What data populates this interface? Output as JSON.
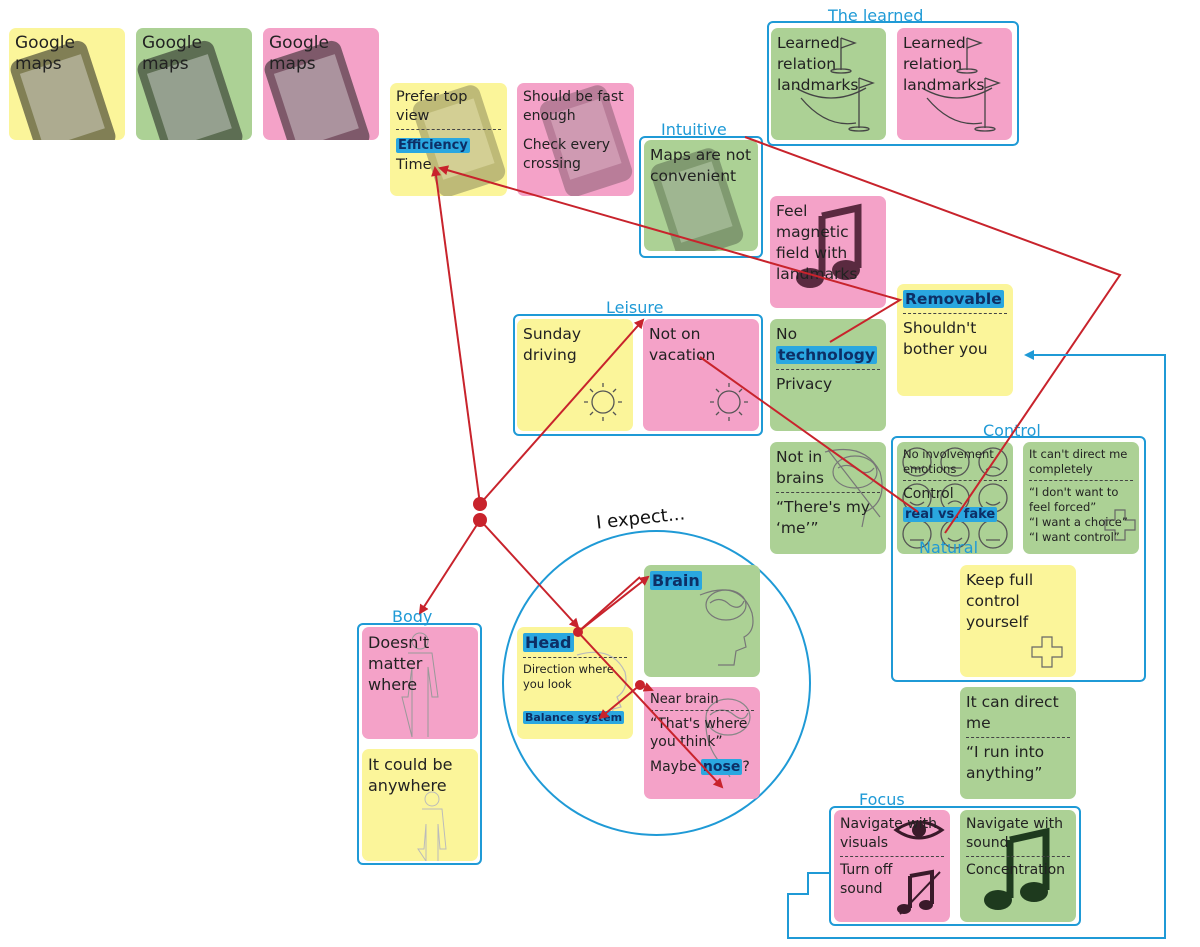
{
  "frames": {
    "the_learned": "The learned",
    "intuitive": "Intuitive",
    "leisure": "Leisure",
    "control": "Control",
    "natural": "Natural",
    "body": "Body",
    "focus": "Focus",
    "i_expect": "I expect..."
  },
  "notes": {
    "gm1": "Google maps",
    "gm2": "Google maps",
    "gm3": "Google maps",
    "prefer_top": "Prefer top view",
    "efficiency": "Efficiency",
    "time": "Time",
    "fast_enough": "Should be fast enough",
    "check_crossing": "Check every crossing",
    "learned1": "Learned relation landmarks",
    "learned2": "Learned relation landmarks",
    "maps_not": "Maps are not convenient",
    "magnetic": "Feel magnetic field with landmarks",
    "removable": "Removable",
    "shouldnt": "Shouldn't bother you",
    "sunday": "Sunday driving",
    "not_vacation": "Not on vacation",
    "no": "No",
    "technology": "technology",
    "privacy": "Privacy",
    "not_in_brains": "Not in brains",
    "theres_my_me": "“There's my ‘me’”",
    "no_involvement": "No involvement emotions",
    "control": "Control",
    "real_fake": "real vs. fake",
    "cant_direct": "It can't direct me completely",
    "dont_want": "“I don't want to feel forced”",
    "want_choice": "“I want a choice”",
    "want_control": "“I want control”",
    "keep_full": "Keep full control yourself",
    "can_direct": "It can direct me",
    "run_into": "“I run into anything”",
    "doesnt_matter": "Doesn't matter where",
    "anywhere": "It could be anywhere",
    "head": "Head",
    "direction_look": "Direction where you look",
    "balance": "Balance system",
    "brain": "Brain",
    "near_brain": "Near brain",
    "thats_where": "“That's where you think”",
    "maybe": "Maybe",
    "nose": "nose",
    "maybe_q": "?",
    "nav_visuals": "Navigate with visuals",
    "turn_off": "Turn off sound",
    "nav_sound": "Navigate with sound",
    "concentration": "Concentration"
  },
  "colors": {
    "yellow": "#fbf59a",
    "green": "#acd195",
    "pink": "#f4a2c8",
    "frame": "#1f9ad6",
    "arrow_red": "#c8232c",
    "highlight": "#2aa7e0"
  }
}
